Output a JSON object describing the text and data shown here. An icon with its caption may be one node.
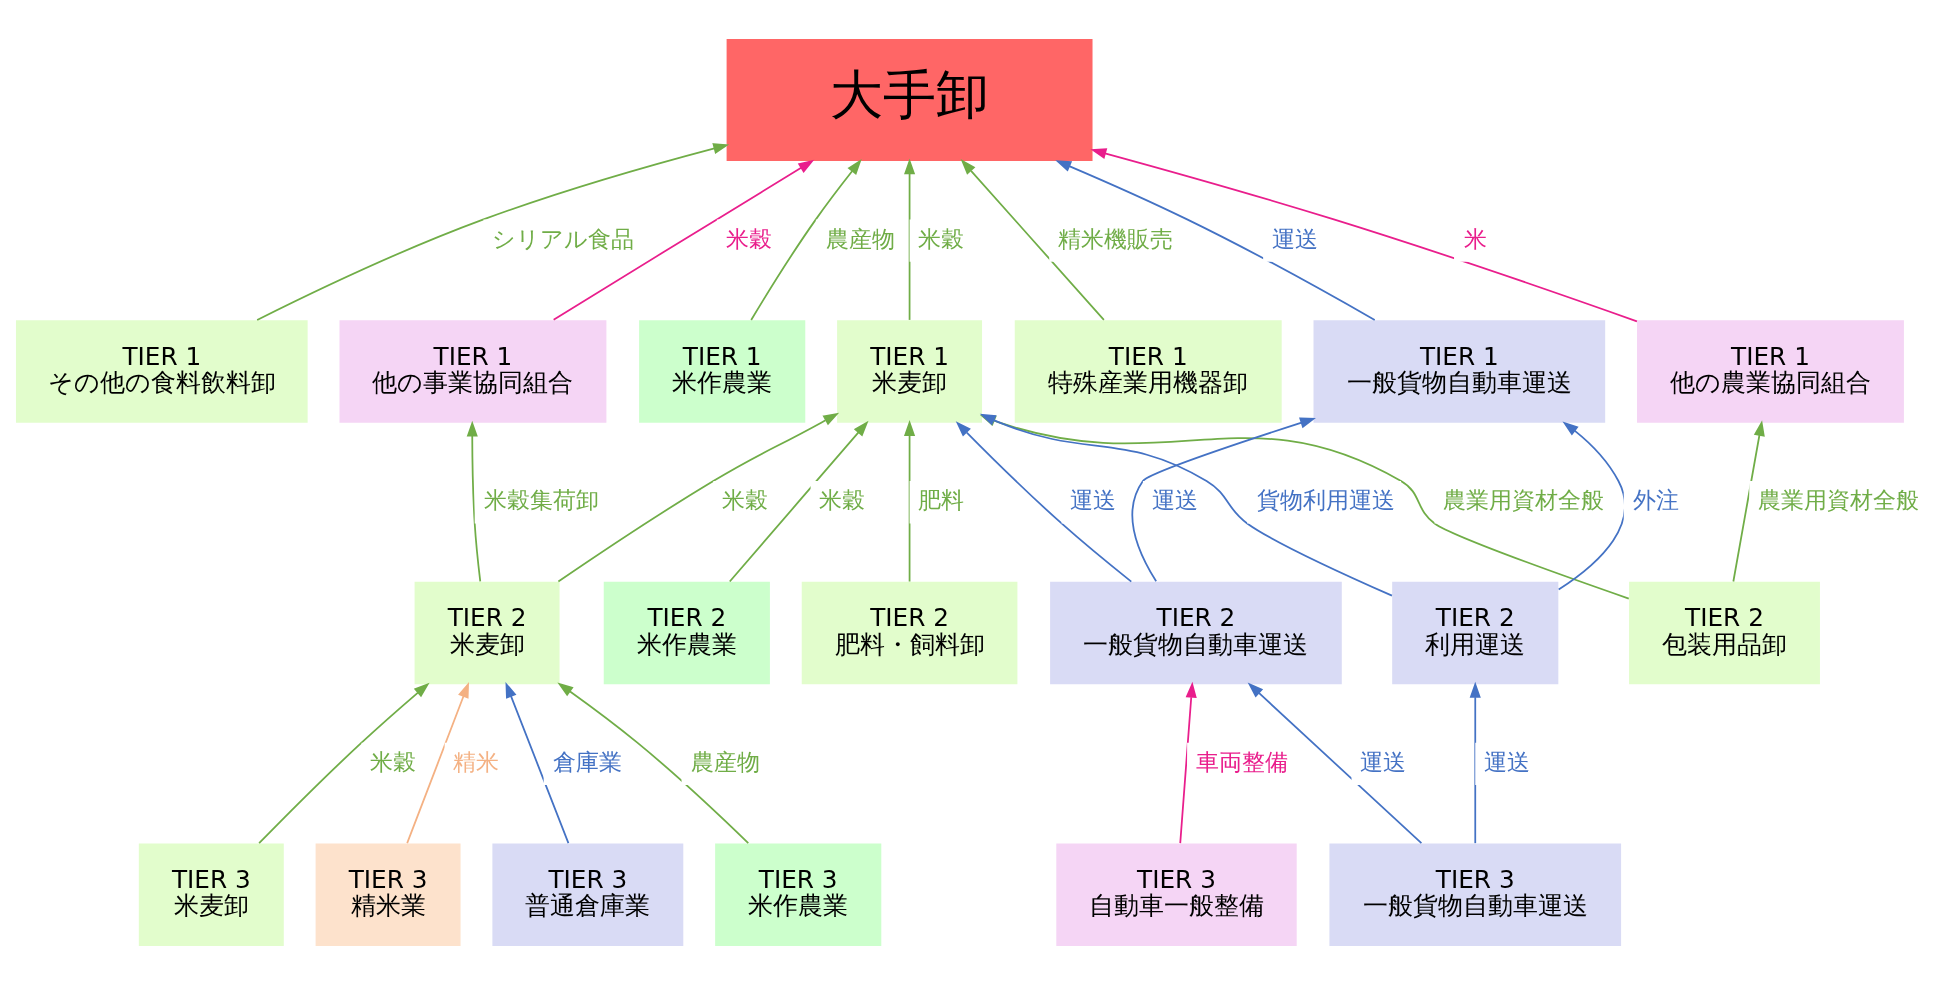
{
  "diagram": {
    "nodes": [
      {
        "text": [
          "大手卸"
        ]
      },
      {
        "text": [
          "TIER 1",
          "その他の食料飲料卸"
        ]
      },
      {
        "text": [
          "TIER 1",
          "他の事業協同組合"
        ]
      },
      {
        "text": [
          "TIER 1",
          "米作農業"
        ]
      },
      {
        "text": [
          "TIER 1",
          "米麦卸"
        ]
      },
      {
        "text": [
          "TIER 1",
          "特殊産業用機器卸"
        ]
      },
      {
        "text": [
          "TIER 1",
          "他の農業協同組合"
        ]
      },
      {
        "text": [
          "TIER 1",
          "一般貨物自動車運送"
        ]
      },
      {
        "text": [
          "TIER 2",
          "肥料・飼料卸"
        ]
      },
      {
        "text": [
          "TIER 2",
          "米麦卸"
        ]
      },
      {
        "text": [
          "TIER 2",
          "米作農業"
        ]
      },
      {
        "text": [
          "TIER 2",
          "包装用品卸"
        ]
      },
      {
        "text": [
          "TIER 2",
          "一般貨物自動車運送"
        ]
      },
      {
        "text": [
          "TIER 2",
          "利用運送"
        ]
      },
      {
        "text": [
          "TIER 3",
          "米作農業"
        ]
      },
      {
        "text": [
          "TIER 3",
          "米麦卸"
        ]
      },
      {
        "text": [
          "TIER 3",
          "精米業"
        ]
      },
      {
        "text": [
          "TIER 3",
          "普通倉庫業"
        ]
      },
      {
        "text": [
          "TIER 3",
          "自動車一般整備"
        ]
      },
      {
        "text": [
          "TIER 3",
          "一般貨物自動車運送"
        ]
      }
    ],
    "edges": [
      {
        "from": 1,
        "to": 0,
        "arrow": "to",
        "label": "シリアル食品"
      },
      {
        "from": 2,
        "to": 0,
        "arrow": "to",
        "label": "米穀",
        "color": "#e91e8c"
      },
      {
        "from": 3,
        "to": 0,
        "arrow": "to",
        "label": "農産物"
      },
      {
        "from": 4,
        "to": 0,
        "arrow": "to",
        "label": "米穀"
      },
      {
        "from": 5,
        "to": 0,
        "arrow": "to",
        "label": "精米機販売"
      },
      {
        "from": 6,
        "to": 0,
        "arrow": "to",
        "label": "米",
        "color": "#e91e8c"
      },
      {
        "from": 7,
        "to": 0,
        "arrow": "to",
        "label": "運送",
        "color": "#4472c4"
      },
      {
        "from": 8,
        "to": 4,
        "arrow": "to",
        "label": "肥料"
      },
      {
        "from": 9,
        "to": 2,
        "arrow": "to",
        "label": "米穀集荷卸"
      },
      {
        "from": 9,
        "to": 4,
        "arrow": "to",
        "label": "米穀"
      },
      {
        "from": 10,
        "to": 4,
        "arrow": "to",
        "label": "米穀"
      },
      {
        "from": 11,
        "to": 4,
        "arrow": "to",
        "label": "農業用資材全般"
      },
      {
        "from": 11,
        "to": 6,
        "arrow": "to",
        "label": "農業用資材全般"
      },
      {
        "from": 12,
        "to": 4,
        "arrow": "to",
        "label": "運送",
        "color": "#4472c4"
      },
      {
        "from": 12,
        "to": 7,
        "arrow": "to",
        "label": "運送",
        "color": "#4472c4"
      },
      {
        "from": 13,
        "to": 4,
        "arrow": "to",
        "label": "貨物利用運送",
        "color": "#4472c4"
      },
      {
        "from": 13,
        "to": 7,
        "arrow": "to",
        "label": "外注",
        "color": "#4472c4"
      },
      {
        "from": 14,
        "to": 9,
        "arrow": "to",
        "label": "農産物"
      },
      {
        "from": 15,
        "to": 9,
        "arrow": "to",
        "label": "米穀"
      },
      {
        "from": 16,
        "to": 9,
        "arrow": "to",
        "label": "精米",
        "color": "#f4b183"
      },
      {
        "from": 17,
        "to": 9,
        "arrow": "to",
        "label": "倉庫業",
        "color": "#4472c4"
      },
      {
        "from": 18,
        "to": 12,
        "arrow": "to",
        "label": "車両整備",
        "color": "#e91e8c"
      },
      {
        "from": 19,
        "to": 12,
        "arrow": "to",
        "label": "運送",
        "color": "#4472c4"
      },
      {
        "from": 19,
        "to": 13,
        "arrow": "to",
        "label": "運送",
        "color": "#4472c4"
      }
    ]
  }
}
